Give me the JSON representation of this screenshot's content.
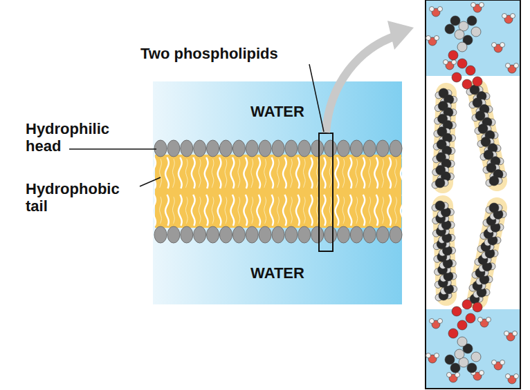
{
  "diagram": {
    "nodes": [
      {
        "text": [
          "WATER",
          "WATER"
        ]
      }
    ],
    "labels": [
      "Two phospholipids",
      "Hydrophilic head",
      "Hydrophobic tail"
    ]
  }
}
